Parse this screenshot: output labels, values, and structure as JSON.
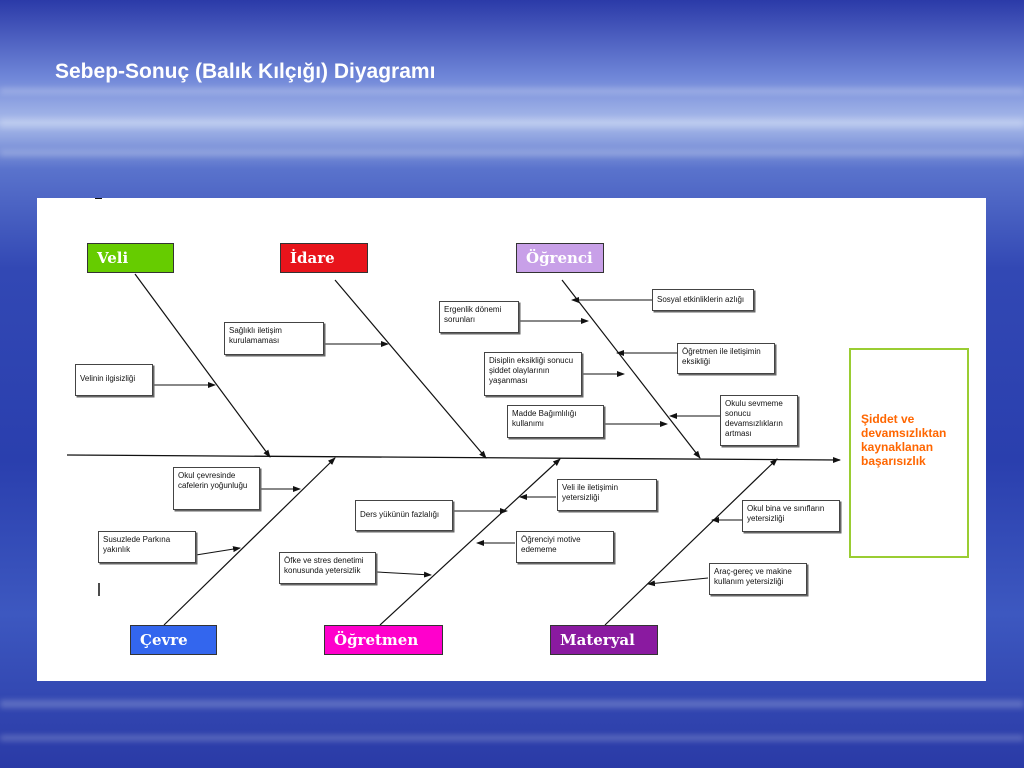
{
  "slide": {
    "title": "Sebep-Sonuç (Balık Kılçığı) Diyagramı"
  },
  "diagram": {
    "effect": "Şiddet ve devamsızlıktan kaynaklanan başarısızlık",
    "colors": {
      "veli": "#66cc00",
      "idare": "#e8141b",
      "ogrenci": "#c8a0e8",
      "cevre": "#3366ee",
      "ogretmen": "#ff00cc",
      "materyal": "#8a1aa0",
      "effect_border": "#9acd32",
      "effect_text": "#ff6600"
    },
    "categories": {
      "veli": "Veli",
      "idare": "İdare",
      "ogrenci": "Öğrenci",
      "cevre": "Çevre",
      "ogretmen": "Öğretmen",
      "materyal": "Materyal"
    },
    "causes": {
      "veli": [
        "Velinin ilgisizliği"
      ],
      "idare": [
        "Sağlıklı iletişim kurulamaması",
        "Disiplin eksikliği sonucu şiddet olaylarının yaşanması",
        "Madde Bağımlılığı kullanımı"
      ],
      "ogrenci": [
        "Ergenlik dönemi sorunları",
        "Sosyal etkinliklerin azlığı",
        "Öğretmen ile iletişimin eksikliği",
        "Okulu sevmeme sonucu devamsızlıkların artması"
      ],
      "cevre": [
        "Okul çevresinde cafelerin yoğunluğu",
        "Susuzlede Parkına yakınlık"
      ],
      "ogretmen": [
        "Ders yükünün fazlalığı",
        "Veli ile iletişimin yetersizliği",
        "Öğrenciyi motive edememe",
        "Öfke ve stres denetimi konusunda yetersizlik"
      ],
      "materyal": [
        "Okul bina ve sınıfların yetersizliği",
        "Araç-gereç ve makine kullanım yetersizliği"
      ]
    }
  }
}
